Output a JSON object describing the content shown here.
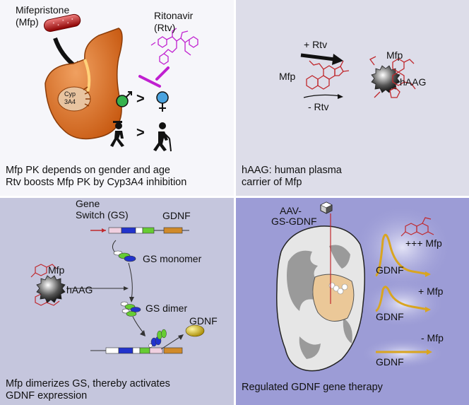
{
  "panel1": {
    "mifepristone_label": "Mifepristone",
    "mfp_abbrev": "(Mfp)",
    "ritonavir_label": "Ritonavir",
    "rtv_abbrev": "(Rtv)",
    "cyp_label_1": "Cyp",
    "cyp_label_2": "3A4",
    "greater_than_1": ">",
    "greater_than_2": ">",
    "caption_line1": "Mfp PK depends on gender and age",
    "caption_line2": "Rtv boosts Mfp PK by Cyp3A4 inhibition",
    "colors": {
      "liver": "#d2691e",
      "ritonavir": "#c020d0",
      "capsule": "#c0282d",
      "male": "#37b24d",
      "female": "#4aa3df"
    },
    "icons": [
      "capsule-icon",
      "liver-icon",
      "ritonavir-structure-icon",
      "inhibition-icon",
      "male-symbol-icon",
      "female-symbol-icon",
      "child-walking-icon",
      "elderly-walking-icon"
    ]
  },
  "panel2": {
    "plus_rtv": "+ Rtv",
    "minus_rtv": "- Rtv",
    "mfp_left": "Mfp",
    "mfp_right": "Mfp",
    "haag": "hAAG",
    "caption_line1": "hAAG: human plasma",
    "caption_line2": "carrier of Mfp"
  },
  "panel3": {
    "gene_switch_line1": "Gene",
    "gene_switch_line2": "Switch (GS)",
    "gdnf_top": "GDNF",
    "gs_monomer": "GS monomer",
    "mfp": "Mfp",
    "haag": "hAAG",
    "gs_dimer": "GS dimer",
    "gdnf_protein": "GDNF",
    "caption_line1": "Mfp dimerizes GS, thereby activates",
    "caption_line2": "GDNF expression"
  },
  "panel4": {
    "aav_line1": "AAV-",
    "aav_line2": "GS-GDNF",
    "high_mfp": "+++ Mfp",
    "mid_mfp": "+ Mfp",
    "no_mfp": "- Mfp",
    "gdnf_1": "GDNF",
    "gdnf_2": "GDNF",
    "gdnf_3": "GDNF",
    "caption": "Regulated GDNF gene therapy"
  }
}
